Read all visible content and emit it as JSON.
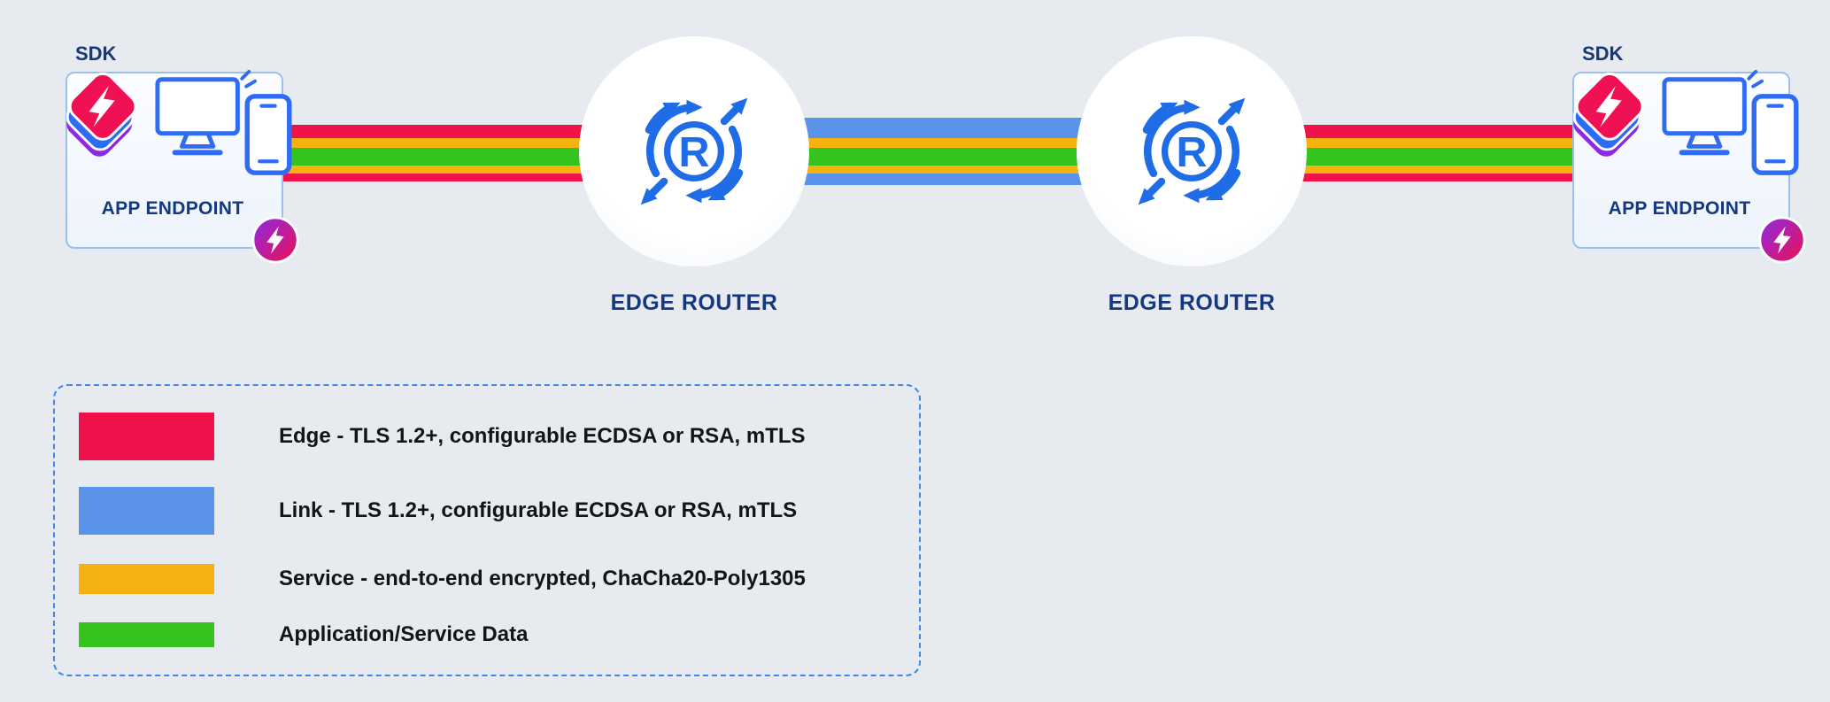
{
  "colors": {
    "background": "#e7eaee",
    "edge_red": "#f0124a",
    "link_blue": "#5b93ea",
    "service_yellow": "#f6b211",
    "data_green": "#35c31d",
    "navy_text": "#16387f",
    "router_blue": "#1e6ce6",
    "legend_border_blue": "#3f87e8",
    "legend_text": "#141414"
  },
  "endpoint_left": {
    "sdk_label": "SDK",
    "label": "APP ENDPOINT"
  },
  "endpoint_right": {
    "sdk_label": "SDK",
    "label": "APP ENDPOINT"
  },
  "router_left": {
    "label": "EDGE ROUTER",
    "icon_letter": "R"
  },
  "router_right": {
    "label": "EDGE ROUTER",
    "icon_letter": "R"
  },
  "legend": {
    "items": [
      {
        "id": "edge",
        "color": "#f0124a",
        "label": "Edge - TLS 1.2+, configurable ECDSA or RSA, mTLS"
      },
      {
        "id": "link",
        "color": "#5b93ea",
        "label": "Link - TLS 1.2+, configurable ECDSA or RSA, mTLS"
      },
      {
        "id": "service",
        "color": "#f6b211",
        "label": "Service - end-to-end encrypted, ChaCha20-Poly1305"
      },
      {
        "id": "data",
        "color": "#35c31d",
        "label": "Application/Service Data"
      }
    ]
  }
}
